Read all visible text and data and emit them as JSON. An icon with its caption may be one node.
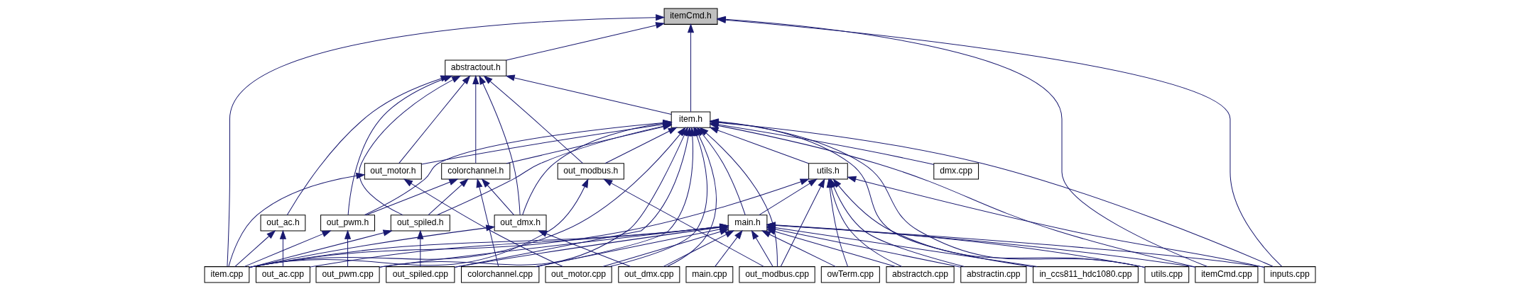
{
  "diagram": {
    "nodes": [
      {
        "text": [
          "itemCmd.h"
        ]
      },
      {
        "text": [
          "abstractout.h"
        ]
      },
      {
        "text": [
          "item.h"
        ]
      },
      {
        "text": [
          "out_motor.h"
        ]
      },
      {
        "text": [
          "colorchannel.h"
        ]
      },
      {
        "text": [
          "out_modbus.h"
        ]
      },
      {
        "text": [
          "dmx.cpp"
        ]
      },
      {
        "text": [
          "utils.h"
        ]
      },
      {
        "text": [
          "out_ac.h"
        ]
      },
      {
        "text": [
          "out_spiled.h"
        ]
      },
      {
        "text": [
          "out_dmx.h"
        ]
      },
      {
        "text": [
          "out_pwm.h"
        ]
      },
      {
        "text": [
          "main.h"
        ]
      },
      {
        "text": [
          "item.cpp"
        ]
      },
      {
        "text": [
          "out_motor.cpp"
        ]
      },
      {
        "text": [
          "out_ac.cpp"
        ]
      },
      {
        "text": [
          "out_spiled.cpp"
        ]
      },
      {
        "text": [
          "out_dmx.cpp"
        ]
      },
      {
        "text": [
          "out_pwm.cpp"
        ]
      },
      {
        "text": [
          "colorchannel.cpp"
        ]
      },
      {
        "text": [
          "in_ccs811_hdc1080.cpp"
        ]
      },
      {
        "text": [
          "main.cpp"
        ]
      },
      {
        "text": [
          "out_modbus.cpp"
        ]
      },
      {
        "text": [
          "abstractin.cpp"
        ]
      },
      {
        "text": [
          "owTerm.cpp"
        ]
      },
      {
        "text": [
          "abstractch.cpp"
        ]
      },
      {
        "text": [
          "utils.cpp"
        ]
      },
      {
        "text": [
          "itemCmd.cpp"
        ]
      },
      {
        "text": [
          "inputs.cpp"
        ]
      }
    ],
    "edges": [
      {
        "from": 1,
        "to": 0,
        "arrow": "to"
      },
      {
        "from": 2,
        "to": 0,
        "arrow": "to"
      },
      {
        "from": 13,
        "to": 0,
        "arrow": "to"
      },
      {
        "from": 27,
        "to": 0,
        "arrow": "to"
      },
      {
        "from": 28,
        "to": 0,
        "arrow": "to"
      },
      {
        "from": 3,
        "to": 1,
        "arrow": "to"
      },
      {
        "from": 8,
        "to": 1,
        "arrow": "to"
      },
      {
        "from": 9,
        "to": 1,
        "arrow": "to"
      },
      {
        "from": 10,
        "to": 1,
        "arrow": "to"
      },
      {
        "from": 4,
        "to": 1,
        "arrow": "to"
      },
      {
        "from": 11,
        "to": 1,
        "arrow": "to"
      },
      {
        "from": 5,
        "to": 1,
        "arrow": "to"
      },
      {
        "from": 2,
        "to": 1,
        "arrow": "to"
      },
      {
        "from": 3,
        "to": 2,
        "arrow": "to"
      },
      {
        "from": 4,
        "to": 2,
        "arrow": "to"
      },
      {
        "from": 5,
        "to": 2,
        "arrow": "to"
      },
      {
        "from": 6,
        "to": 2,
        "arrow": "to"
      },
      {
        "from": 7,
        "to": 2,
        "arrow": "to"
      },
      {
        "from": 9,
        "to": 2,
        "arrow": "to"
      },
      {
        "from": 10,
        "to": 2,
        "arrow": "to"
      },
      {
        "from": 11,
        "to": 2,
        "arrow": "to"
      },
      {
        "from": 12,
        "to": 2,
        "arrow": "to"
      },
      {
        "from": 13,
        "to": 2,
        "arrow": "to"
      },
      {
        "from": 14,
        "to": 2,
        "arrow": "to"
      },
      {
        "from": 16,
        "to": 2,
        "arrow": "to"
      },
      {
        "from": 17,
        "to": 2,
        "arrow": "to"
      },
      {
        "from": 18,
        "to": 2,
        "arrow": "to"
      },
      {
        "from": 19,
        "to": 2,
        "arrow": "to"
      },
      {
        "from": 20,
        "to": 2,
        "arrow": "to"
      },
      {
        "from": 22,
        "to": 2,
        "arrow": "to"
      },
      {
        "from": 26,
        "to": 2,
        "arrow": "to"
      },
      {
        "from": 27,
        "to": 2,
        "arrow": "to"
      },
      {
        "from": 28,
        "to": 2,
        "arrow": "to"
      },
      {
        "from": 13,
        "to": 3,
        "arrow": "to"
      },
      {
        "from": 14,
        "to": 3,
        "arrow": "to"
      },
      {
        "from": 9,
        "to": 4,
        "arrow": "to"
      },
      {
        "from": 10,
        "to": 4,
        "arrow": "to"
      },
      {
        "from": 11,
        "to": 4,
        "arrow": "to"
      },
      {
        "from": 19,
        "to": 4,
        "arrow": "to"
      },
      {
        "from": 13,
        "to": 5,
        "arrow": "to"
      },
      {
        "from": 22,
        "to": 5,
        "arrow": "to"
      },
      {
        "from": 13,
        "to": 7,
        "arrow": "to"
      },
      {
        "from": 12,
        "to": 7,
        "arrow": "to"
      },
      {
        "from": 22,
        "to": 7,
        "arrow": "to"
      },
      {
        "from": 23,
        "to": 7,
        "arrow": "to"
      },
      {
        "from": 24,
        "to": 7,
        "arrow": "to"
      },
      {
        "from": 25,
        "to": 7,
        "arrow": "to"
      },
      {
        "from": 26,
        "to": 7,
        "arrow": "to"
      },
      {
        "from": 28,
        "to": 7,
        "arrow": "to"
      },
      {
        "from": 13,
        "to": 8,
        "arrow": "to"
      },
      {
        "from": 15,
        "to": 8,
        "arrow": "to"
      },
      {
        "from": 13,
        "to": 9,
        "arrow": "to"
      },
      {
        "from": 16,
        "to": 9,
        "arrow": "to"
      },
      {
        "from": 13,
        "to": 10,
        "arrow": "to"
      },
      {
        "from": 17,
        "to": 10,
        "arrow": "to"
      },
      {
        "from": 13,
        "to": 11,
        "arrow": "to"
      },
      {
        "from": 18,
        "to": 11,
        "arrow": "to"
      },
      {
        "from": 13,
        "to": 12,
        "arrow": "to"
      },
      {
        "from": 14,
        "to": 12,
        "arrow": "to"
      },
      {
        "from": 15,
        "to": 12,
        "arrow": "to"
      },
      {
        "from": 16,
        "to": 12,
        "arrow": "to"
      },
      {
        "from": 17,
        "to": 12,
        "arrow": "to"
      },
      {
        "from": 18,
        "to": 12,
        "arrow": "to"
      },
      {
        "from": 19,
        "to": 12,
        "arrow": "to"
      },
      {
        "from": 20,
        "to": 12,
        "arrow": "to"
      },
      {
        "from": 21,
        "to": 12,
        "arrow": "to"
      },
      {
        "from": 22,
        "to": 12,
        "arrow": "to"
      },
      {
        "from": 23,
        "to": 12,
        "arrow": "to"
      },
      {
        "from": 24,
        "to": 12,
        "arrow": "to"
      },
      {
        "from": 25,
        "to": 12,
        "arrow": "to"
      },
      {
        "from": 26,
        "to": 12,
        "arrow": "to"
      },
      {
        "from": 27,
        "to": 12,
        "arrow": "to"
      },
      {
        "from": 28,
        "to": 12,
        "arrow": "to"
      }
    ]
  }
}
